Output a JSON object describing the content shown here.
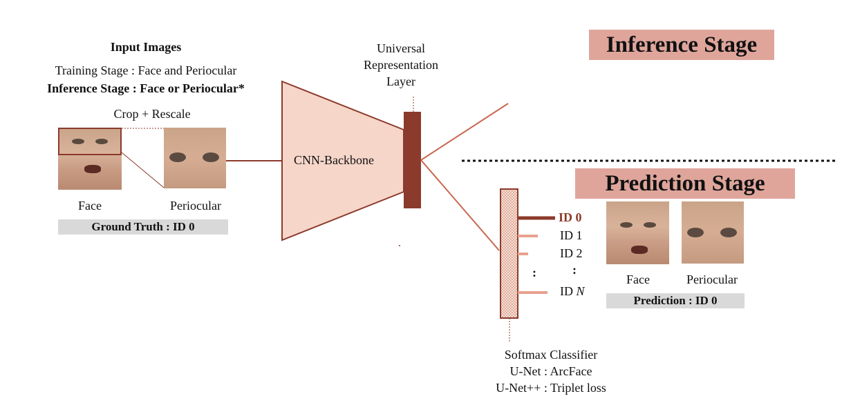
{
  "input": {
    "heading": "Input Images",
    "training_line": "Training Stage : Face and Periocular",
    "inference_line": "Inference Stage : Face or Periocular*",
    "crop_label": "Crop + Rescale",
    "face_label": "Face",
    "periocular_label": "Periocular",
    "ground_truth": "Ground Truth : ID 0"
  },
  "backbone": {
    "label": "CNN-Backbone",
    "layer_title": [
      "Universal",
      "Representation",
      "Layer"
    ]
  },
  "stages": {
    "inference": "Inference Stage",
    "prediction": "Prediction Stage"
  },
  "classifier": {
    "ids": [
      "ID 0",
      "ID 1",
      "ID 2",
      ":",
      "ID"
    ],
    "id_n_italic": "N",
    "dots": ":",
    "caption": [
      "Softmax Classifier",
      "U-Net : ArcFace",
      "U-Net++ : Triplet loss"
    ]
  },
  "prediction": {
    "face_label": "Face",
    "periocular_label": "Periocular",
    "result": "Prediction : ID 0"
  },
  "colors": {
    "accent_dark": "#8b3a2b",
    "accent_light": "#e8a18e",
    "stage_bg": "#dfa59b",
    "trapezoid_fill": "#f6d6c9",
    "label_bg": "#d9d9d9"
  }
}
